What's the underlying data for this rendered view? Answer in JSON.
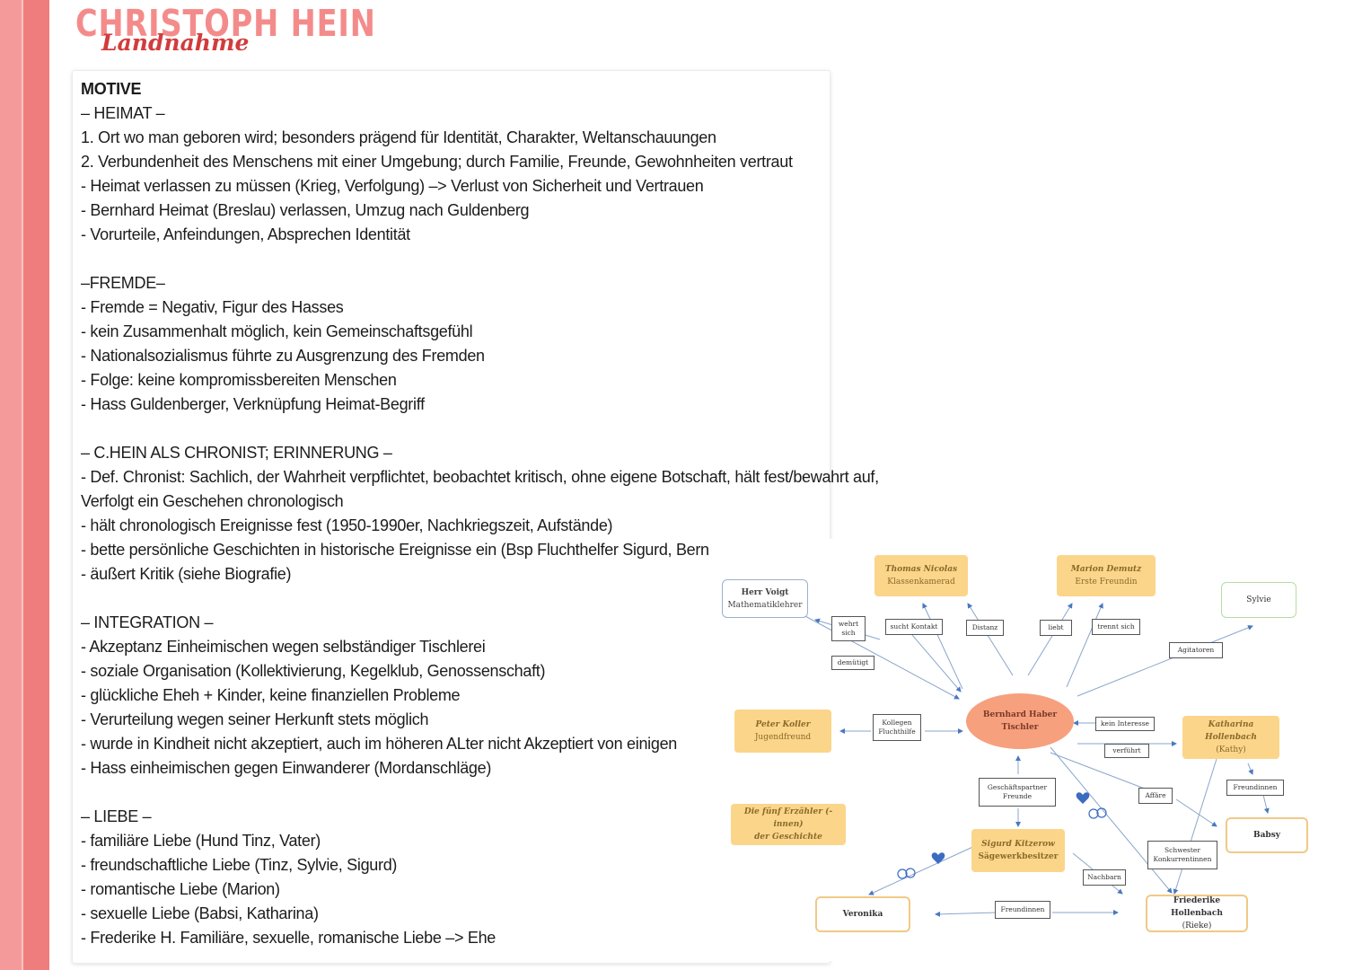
{
  "header": {
    "title": "CHRISTOPH HEIN",
    "subtitle": "Landnahme"
  },
  "lines": [
    "MOTIVE",
    "– HEIMAT –",
    "1.  Ort wo man geboren wird; besonders prägend für Identität, Charakter, Weltanschauungen",
    "2. Verbundenheit des Menschens mit einer Umgebung; durch Familie, Freunde, Gewohnheiten vertraut",
    "- Heimat verlassen zu müssen (Krieg, Verfolgung) –> Verlust von Sicherheit und Vertrauen",
    "- Bernhard Heimat (Breslau) verlassen, Umzug nach Guldenberg",
    "- Vorurteile, Anfeindungen, Absprechen Identität",
    "",
    "–FREMDE–",
    "- Fremde = Negativ, Figur des Hasses",
    "- kein Zusammenhalt möglich, kein Gemeinschaftsgefühl",
    "- Nationalsozialismus führte zu Ausgrenzung des Fremden",
    "- Folge: keine kompromissbereiten Menschen",
    "- Hass Guldenberger, Verknüpfung Heimat-Begriff",
    "",
    "– C.HEIN ALS CHRONIST; ERINNERUNG –",
    "- Def. Chronist: Sachlich, der Wahrheit verpflichtet, beobachtet kritisch, ohne eigene Botschaft, hält fest/bewahrt auf,",
    "Verfolgt ein Geschehen chronologisch",
    "- hält chronologisch Ereignisse fest (1950-1990er, Nachkriegszeit, Aufstände)",
    "- bette persönliche Geschichten in historische Ereignisse ein (Bsp Fluchthelfer Sigurd, Bernhard",
    "- äußert Kritik (siehe Biografie)",
    "",
    "– INTEGRATION –",
    "- Akzeptanz Einheimischen wegen selbständiger Tischlerei",
    "- soziale Organisation (Kollektivierung, Kegelklub, Genossenschaft)",
    "- glückliche Eheh + Kinder, keine finanziellen Probleme",
    "- Verurteilung wegen seiner Herkunft stets möglich",
    "- wurde in Kindheit nicht akzeptiert, auch im höheren ALter nicht Akzeptiert von einigen",
    "- Hass einheimischen gegen Einwanderer (Mordanschläge)",
    "",
    "– LIEBE –",
    "- familiäre Liebe (Hund Tinz, Vater)",
    "- freundschaftliche Liebe (Tinz, Sylvie, Sigurd)",
    "- romantische Liebe (Marion)",
    "- sexuelle Liebe (Babsi, Katharina)",
    "- Frederike H. Familiäre, sexuelle, romanische Liebe –> Ehe"
  ],
  "diagram": {
    "center": {
      "name": "Bernhard Haber",
      "role": "Tischler"
    },
    "thomas": {
      "name": "Thomas Nicolas",
      "role": "Klassenkamerad"
    },
    "marion": {
      "name": "Marion Demutz",
      "role": "Erste Freundin"
    },
    "voigt": {
      "name": "Herr Voigt",
      "role": "Mathematiklehrer"
    },
    "sylvie": {
      "name": "Sylvie"
    },
    "peter": {
      "name": "Peter Koller",
      "role": "Jugendfreund"
    },
    "katharina": {
      "name": "Katharina Hollenbach",
      "role": "(Kathy)"
    },
    "erzaehler": {
      "name": "Die fünf Erzähler (-innen)",
      "role": "der Geschichte"
    },
    "sigurd": {
      "name": "Sigurd Kitzerow",
      "role": "Sägewerkbesitzer"
    },
    "babsy": {
      "name": "Babsy"
    },
    "veronika": {
      "name": "Veronika"
    },
    "friederike": {
      "name": "Friederike Hollenbach",
      "role": "(Rieke)"
    },
    "rel": {
      "wehrt": "wehrt sich",
      "demuetigt": "demütigt",
      "kontakt": "sucht Kontakt",
      "distanz": "Distanz",
      "liebt": "liebt",
      "trennt": "trennt sich",
      "agitatoren": "Agitatoren",
      "kollegen": "Kollegen Fluchthilfe",
      "interesse": "kein Interesse",
      "verfuehrt": "verführt",
      "geschaeft": "Geschäftspartner Freunde",
      "affaere": "Affäre",
      "freundinnen1": "Freundinnen",
      "schwester": "Schwester Konkurrentinnen",
      "nachbarn": "Nachbarn",
      "freundinnen2": "Freundinnen"
    },
    "colors": {
      "yellow": "#fbd58a",
      "center": "#f7a07d",
      "arrow": "#4a78c0",
      "heart": "#3a6cc0"
    }
  }
}
